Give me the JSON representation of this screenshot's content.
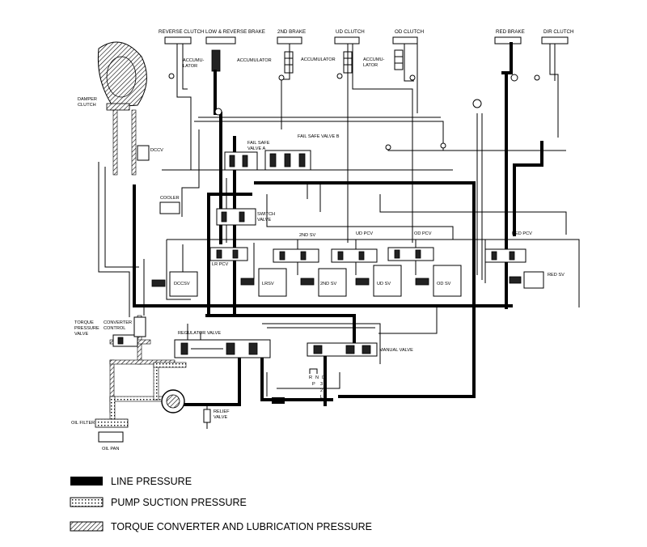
{
  "components": {
    "reverse_clutch": "REVERSE CLUTCH",
    "low_reverse_brake": "LOW & REVERSE BRAKE",
    "second_brake": "2ND BRAKE",
    "ud_clutch": "UD CLUTCH",
    "od_clutch": "OD CLUTCH",
    "red_brake": "RED BRAKE",
    "dir_clutch": "DIR CLUTCH",
    "accumulator": "ACCUMULATOR",
    "accumu": "ACCUMU-",
    "lator": "LATOR",
    "damper_clutch_1": "DAMPER",
    "damper_clutch_2": "CLUTCH",
    "dccv": "DCCV",
    "fail_safe_a_1": "FAIL SAFE",
    "fail_safe_a_2": "VALVE A",
    "fail_safe_b": "FAIL SAFE VALVE B",
    "cooler": "COOLER",
    "switch_valve_1": "SWITCH",
    "switch_valve_2": "VALVE",
    "second_sv": "2ND SV",
    "ud_pcv": "UD PCV",
    "od_pcv": "OD PCV",
    "red_pcv": "RED PCV",
    "lr_pcv": "LR PCV",
    "dccsv": "DCCSV",
    "lrsv": "LRSV",
    "second_sv_box": "2ND SV",
    "ud_sv": "UD SV",
    "od_sv": "OD SV",
    "red_sv": "RED SV",
    "torque_pressure_valve_1": "TORQUE",
    "torque_pressure_valve_2": "PRESSURE",
    "torque_pressure_valve_3": "VALVE",
    "converter_control_1": "CONVERTER",
    "converter_control_2": "CONTROL",
    "regulator_valve": "REGULATOR VALVE",
    "manual_valve": "MANUAL VALVE",
    "relief_valve_1": "RELIEF",
    "relief_valve_2": "VALVE",
    "oil_filter": "OIL FILTER",
    "oil_pan": "OIL PAN",
    "gear_r": "R",
    "gear_n": "N",
    "gear_d": "D",
    "gear_p": "P",
    "gear_3": "3",
    "gear_2": "2",
    "gear_l": "L"
  },
  "legend": [
    {
      "label": "LINE PRESSURE",
      "pattern": "solid-black"
    },
    {
      "label": "PUMP SUCTION PRESSURE",
      "pattern": "dotted"
    },
    {
      "label": "TORQUE CONVERTER AND LUBRICATION PRESSURE",
      "pattern": "hatched"
    }
  ],
  "colors": {
    "ink": "#000000",
    "paper": "#ffffff"
  }
}
